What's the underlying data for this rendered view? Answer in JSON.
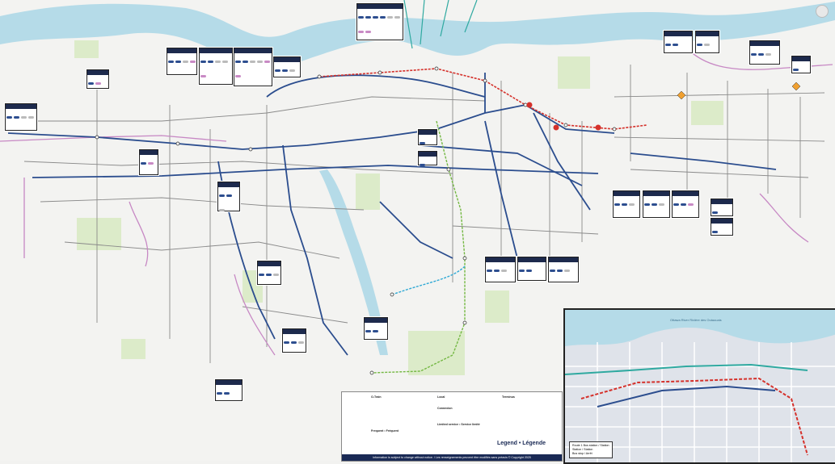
{
  "legend": {
    "o_train_title": "O-Train",
    "local_title": "Local",
    "terminus_title": "Terminus",
    "connexion_title": "Connexion",
    "frequent_title": "Frequent • Fréquent",
    "limited_title": "Limited service • Service limité",
    "big_title": "Legend • Légende",
    "disclaimer": "Information is subject to change without notice. / Les renseignements peuvent être modifiés sans préavis © Copyright 2025"
  },
  "inset": {
    "river_label": "Ottawa River Rivière des Outaouais",
    "legend_lines": [
      "Route 1 Bus station / Station",
      "Station / Station",
      "Bus stop / Arrêt"
    ]
  },
  "colors": {
    "river": "#b5dbe8",
    "frequent": "#2b4d8e",
    "local": "#8a8a8a",
    "limited": "#c788c4",
    "o_train_1": "#d5312b",
    "o_train_2": "#74b843",
    "o_train_4": "#2fa9d5",
    "park": "#dcebc9"
  }
}
